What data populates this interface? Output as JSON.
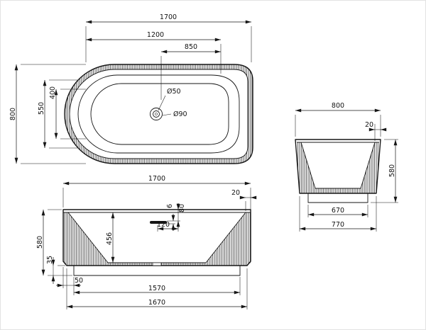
{
  "top_view": {
    "dim_length_overall": "1700",
    "dim_length_inner": "1200",
    "dim_length_right": "850",
    "dim_width_overall": "800",
    "dim_width_inner": "550",
    "dim_width_center": "400",
    "drain_diameter_small": "Ø50",
    "drain_diameter_large": "Ø90"
  },
  "front_view": {
    "dim_length_overall": "1700",
    "dim_rim_edge": "20",
    "dim_overflow_drop": "80",
    "dim_overflow_slot": "6",
    "dim_overflow_offset": "120",
    "dim_inner_depth": "456",
    "dim_height_overall": "580",
    "dim_base_height": "35",
    "dim_base_inset": "50",
    "dim_base_length": "1570",
    "dim_shell_length": "1670"
  },
  "end_view": {
    "dim_width_overall": "800",
    "dim_rim_edge": "20",
    "dim_height_overall": "580",
    "dim_base_width": "670",
    "dim_shell_width": "770"
  }
}
